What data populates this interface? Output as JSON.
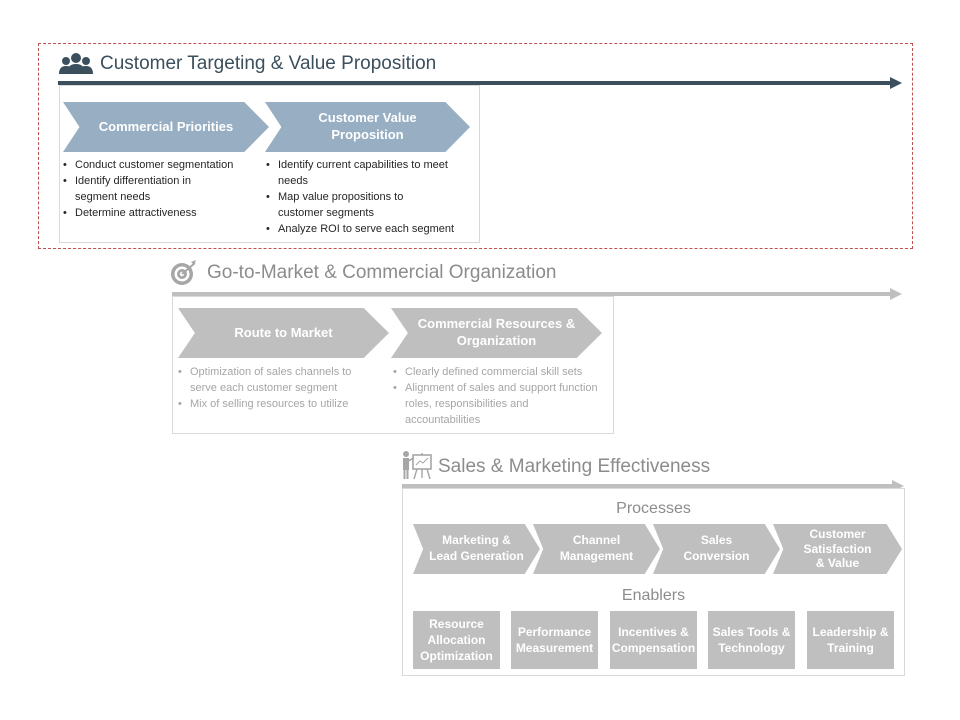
{
  "colors": {
    "dark": "#3b4f5c",
    "steel_chevron": "#97aec3",
    "gray_chevron": "#bfbfbf",
    "gray_text": "#8c8c8c",
    "gray_line": "#bfbfbf",
    "highlight_frame": "#c0504d"
  },
  "sections": [
    {
      "icon": "people-group-icon",
      "title": "Customer Targeting & Value Proposition",
      "highlighted": true,
      "columns": [
        {
          "chevron": "Commercial Priorities",
          "bullets": [
            "Conduct customer segmentation",
            "Identify differentiation in segment needs",
            "Determine attractiveness"
          ]
        },
        {
          "chevron": "Customer Value Proposition",
          "bullets": [
            "Identify current capabilities to meet needs",
            "Map value propositions to customer segments",
            "Analyze ROI to serve each segment"
          ]
        }
      ]
    },
    {
      "icon": "target-icon",
      "title": "Go-to-Market & Commercial Organization",
      "columns": [
        {
          "chevron": "Route to Market",
          "bullets": [
            "Optimization of sales channels to serve each customer segment",
            "Mix of selling resources to utilize"
          ]
        },
        {
          "chevron": "Commercial Resources & Organization",
          "bullets": [
            "Clearly defined commercial skill sets",
            "Alignment of sales and support function roles, responsibilities and accountabilities"
          ]
        }
      ]
    },
    {
      "icon": "presenter-icon",
      "title": "Sales & Marketing Effectiveness",
      "processes_label": "Processes",
      "processes": [
        "Marketing & Lead Generation",
        "Channel Management",
        "Sales Conversion",
        "Customer Satisfaction & Value"
      ],
      "enablers_label": "Enablers",
      "enablers": [
        "Resource Allocation Optimization",
        "Performance Measurement",
        "Incentives & Compensation",
        "Sales Tools & Technology",
        "Leadership & Training"
      ]
    }
  ]
}
